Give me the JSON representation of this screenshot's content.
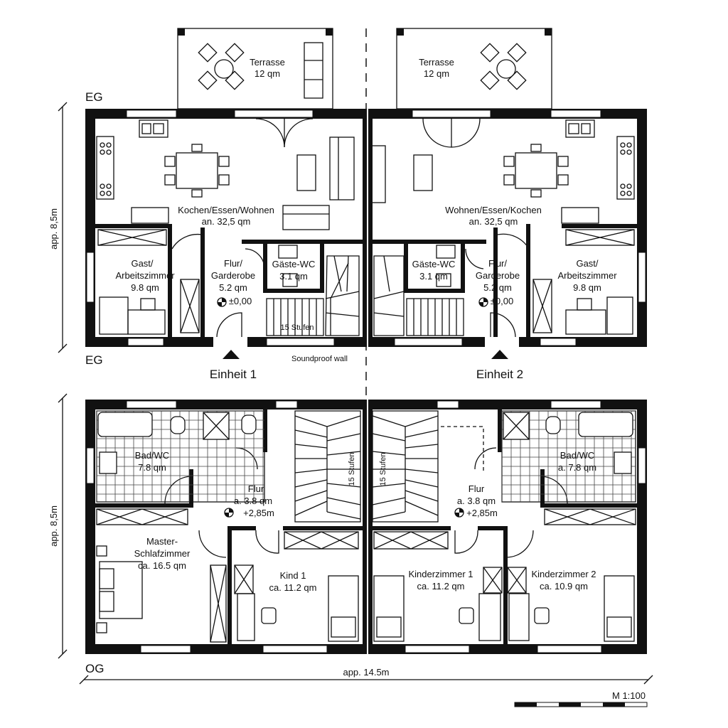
{
  "labels": {
    "eg_top": "EG",
    "eg_bottom": "EG",
    "og": "OG",
    "soundproof": "Soundproof wall",
    "height_eg": "app. 8,5m",
    "height_og": "app. 8,5m",
    "width": "app. 14.5m",
    "scale": "M 1:100"
  },
  "units": {
    "u1": {
      "name": "Einheit 1",
      "terrace": [
        "Terrasse",
        "12 qm"
      ],
      "living": [
        "Kochen/Essen/Wohnen",
        "an. 32,5 qm"
      ],
      "guest": [
        "Gast/",
        "Arbeitszimmer",
        "9.8 qm"
      ],
      "hall_eg": [
        "Flur/",
        "Garderobe",
        "5.2 qm",
        "±0,00"
      ],
      "wc": [
        "Gäste-WC",
        "3.1 qm"
      ],
      "stairs_eg": "15 Stufen",
      "bath": [
        "Bad/WC",
        "7.8 qm"
      ],
      "hall_og": [
        "Flur",
        "a. 3.8 qm",
        "+2,85m"
      ],
      "stairs_og": "15 Stufen",
      "master": [
        "Master-",
        "Schlafzimmer",
        "ca. 16.5 qm"
      ],
      "kid": [
        "Kind 1",
        "ca. 11.2 qm"
      ]
    },
    "u2": {
      "name": "Einheit 2",
      "terrace": [
        "Terrasse",
        "12 qm"
      ],
      "living": [
        "Wohnen/Essen/Kochen",
        "an. 32,5 qm"
      ],
      "guest": [
        "Gast/",
        "Arbeitszimmer",
        "9.8 qm"
      ],
      "hall_eg": [
        "Flur/",
        "Garderobe",
        "5.2 qm",
        "±0,00"
      ],
      "wc": [
        "Gäste-WC",
        "3.1 qm"
      ],
      "bath": [
        "Bad/WC",
        "a. 7.8 qm"
      ],
      "hall_og": [
        "Flur",
        "a. 3.8 qm",
        "+2,85m"
      ],
      "stairs_og": "15 Stufen",
      "kid1": [
        "Kinderzimmer 1",
        "ca. 11.2 qm"
      ],
      "kid2": [
        "Kinderzimmer 2",
        "ca. 10.9 qm"
      ]
    }
  }
}
